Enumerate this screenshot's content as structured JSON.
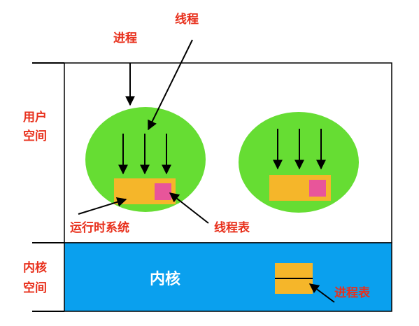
{
  "labels": {
    "process": "进程",
    "thread": "线程",
    "user_space": [
      "用户",
      "空间"
    ],
    "kernel_space": [
      "内核",
      "空间"
    ],
    "kernel": "内核",
    "runtime_system": "运行时系统",
    "thread_table": "线程表",
    "process_table": "进程表"
  },
  "colors": {
    "label_red": "#e8301c",
    "process_green": "#66dd33",
    "runtime_orange": "#f5b62a",
    "thread_table_pink": "#e8559a",
    "kernel_blue": "#0aa0ee",
    "outline": "#000000"
  }
}
